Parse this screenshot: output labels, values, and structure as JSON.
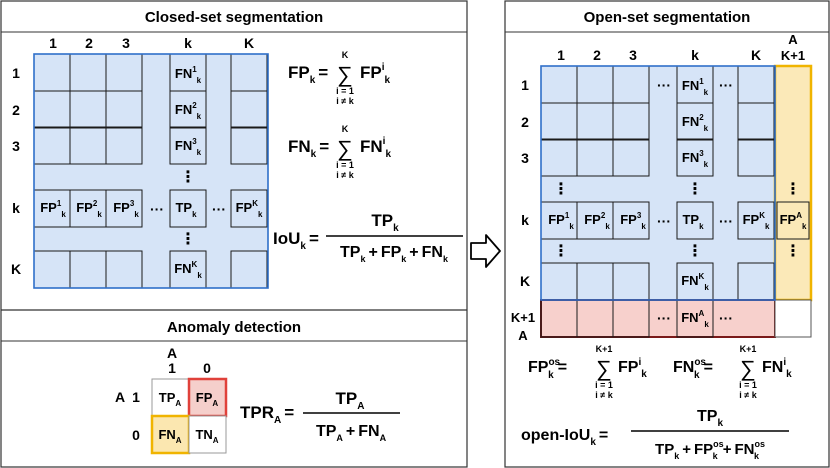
{
  "panels": {
    "closed_set": {
      "title": "Closed-set segmentation"
    },
    "anomaly": {
      "title": "Anomaly detection"
    },
    "open_set": {
      "title": "Open-set segmentation"
    }
  },
  "closed_grid": {
    "col_labels": [
      "1",
      "2",
      "3",
      "k",
      "K"
    ],
    "row_labels": [
      "1",
      "2",
      "3",
      "k",
      "K"
    ],
    "column_k_cells": [
      {
        "main": "FN",
        "sup": "1",
        "sub": "k"
      },
      {
        "main": "FN",
        "sup": "2",
        "sub": "k"
      },
      {
        "main": "FN",
        "sup": "3",
        "sub": "k"
      },
      {
        "main": "FN",
        "sup": "K",
        "sub": "k"
      }
    ],
    "row_k_cells": [
      {
        "main": "FP",
        "sup": "1",
        "sub": "k"
      },
      {
        "main": "FP",
        "sup": "2",
        "sub": "k"
      },
      {
        "main": "FP",
        "sup": "3",
        "sub": "k"
      },
      {
        "main": "TP",
        "sup": "",
        "sub": "k"
      },
      {
        "main": "FP",
        "sup": "K",
        "sub": "k"
      }
    ],
    "dots_h": "···",
    "dots_v": "⋮"
  },
  "closed_formulas": {
    "fp_lhs": "FP",
    "fp_lhs_sub": "k",
    "fp_term": "FP",
    "fp_term_sup": "i",
    "fp_term_sub": "k",
    "fn_lhs": "FN",
    "fn_lhs_sub": "k",
    "fn_term": "FN",
    "fn_term_sup": "i",
    "fn_term_sub": "k",
    "sum_upper": "K",
    "sum_lower_1": "i = 1",
    "sum_lower_2": "i ≠ k",
    "iou_lhs": "IoU",
    "iou_lhs_sub": "k",
    "iou_num": "TP",
    "iou_num_sub": "k",
    "iou_den": [
      "TP",
      "FP",
      "FN"
    ],
    "iou_den_sub": "k"
  },
  "anomaly": {
    "col_header_top": "A",
    "col_labels": [
      "1",
      "0"
    ],
    "row_header_left": "A",
    "row_labels": [
      "1",
      "0"
    ],
    "cells": [
      {
        "main": "TP",
        "sub": "A"
      },
      {
        "main": "FP",
        "sub": "A"
      },
      {
        "main": "FN",
        "sub": "A"
      },
      {
        "main": "TN",
        "sub": "A"
      }
    ],
    "tpr_lhs": "TPR",
    "tpr_lhs_sub": "A",
    "tpr_num": "TP",
    "tpr_num_sub": "A",
    "tpr_den": [
      "TP",
      "FN"
    ],
    "tpr_den_sub": "A"
  },
  "open_grid": {
    "col_labels": [
      "1",
      "2",
      "3",
      "k",
      "K"
    ],
    "col_extra_top": "A",
    "col_extra_bottom": "K+1",
    "row_labels": [
      "1",
      "2",
      "3",
      "k",
      "K"
    ],
    "row_extra_top": "K+1",
    "row_extra_bottom": "A",
    "column_k_cells": [
      {
        "main": "FN",
        "sup": "1",
        "sub": "k"
      },
      {
        "main": "FN",
        "sup": "2",
        "sub": "k"
      },
      {
        "main": "FN",
        "sup": "3",
        "sub": "k"
      },
      {
        "main": "FN",
        "sup": "K",
        "sub": "k"
      },
      {
        "main": "FN",
        "sup": "A",
        "sub": "k"
      }
    ],
    "row_k_cells": [
      {
        "main": "FP",
        "sup": "1",
        "sub": "k"
      },
      {
        "main": "FP",
        "sup": "2",
        "sub": "k"
      },
      {
        "main": "FP",
        "sup": "3",
        "sub": "k"
      },
      {
        "main": "TP",
        "sup": "",
        "sub": "k"
      },
      {
        "main": "FP",
        "sup": "K",
        "sub": "k"
      },
      {
        "main": "FP",
        "sup": "A",
        "sub": "k"
      }
    ]
  },
  "open_formulas": {
    "fp_lhs": "FP",
    "fp_lhs_sup": "os",
    "fp_lhs_sub": "k",
    "fp_term": "FP",
    "fp_term_sup": "i",
    "fp_term_sub": "k",
    "fn_lhs": "FN",
    "fn_lhs_sup": "os",
    "fn_lhs_sub": "k",
    "fn_term": "FN",
    "fn_term_sup": "i",
    "fn_term_sub": "k",
    "sum_upper": "K+1",
    "sum_lower_1": "i = 1",
    "sum_lower_2": "i ≠ k",
    "iou_lhs": "open-IoU",
    "iou_lhs_sub": "k",
    "iou_num": "TP",
    "iou_num_sub": "k",
    "iou_den": [
      "TP",
      "FP",
      "FN"
    ],
    "iou_den_sub": "k",
    "iou_den_sup": "os"
  },
  "symbols": {
    "sigma": "∑",
    "equals": "=",
    "plus": "+"
  },
  "colors": {
    "cell_fill": "#d6e4f7",
    "grid_border": "#2f6fc9",
    "anomaly_col_fill": "#fbe9b8",
    "anomaly_col_border": "#f0b400",
    "anomaly_row_fill": "#f7d0cc",
    "anomaly_row_border": "#7a1a1a",
    "fp_a_fill": "#f5cfcb",
    "fp_a_border": "#e0413a",
    "fn_a_fill": "#fbe7b0",
    "fn_a_border": "#f0b400"
  }
}
